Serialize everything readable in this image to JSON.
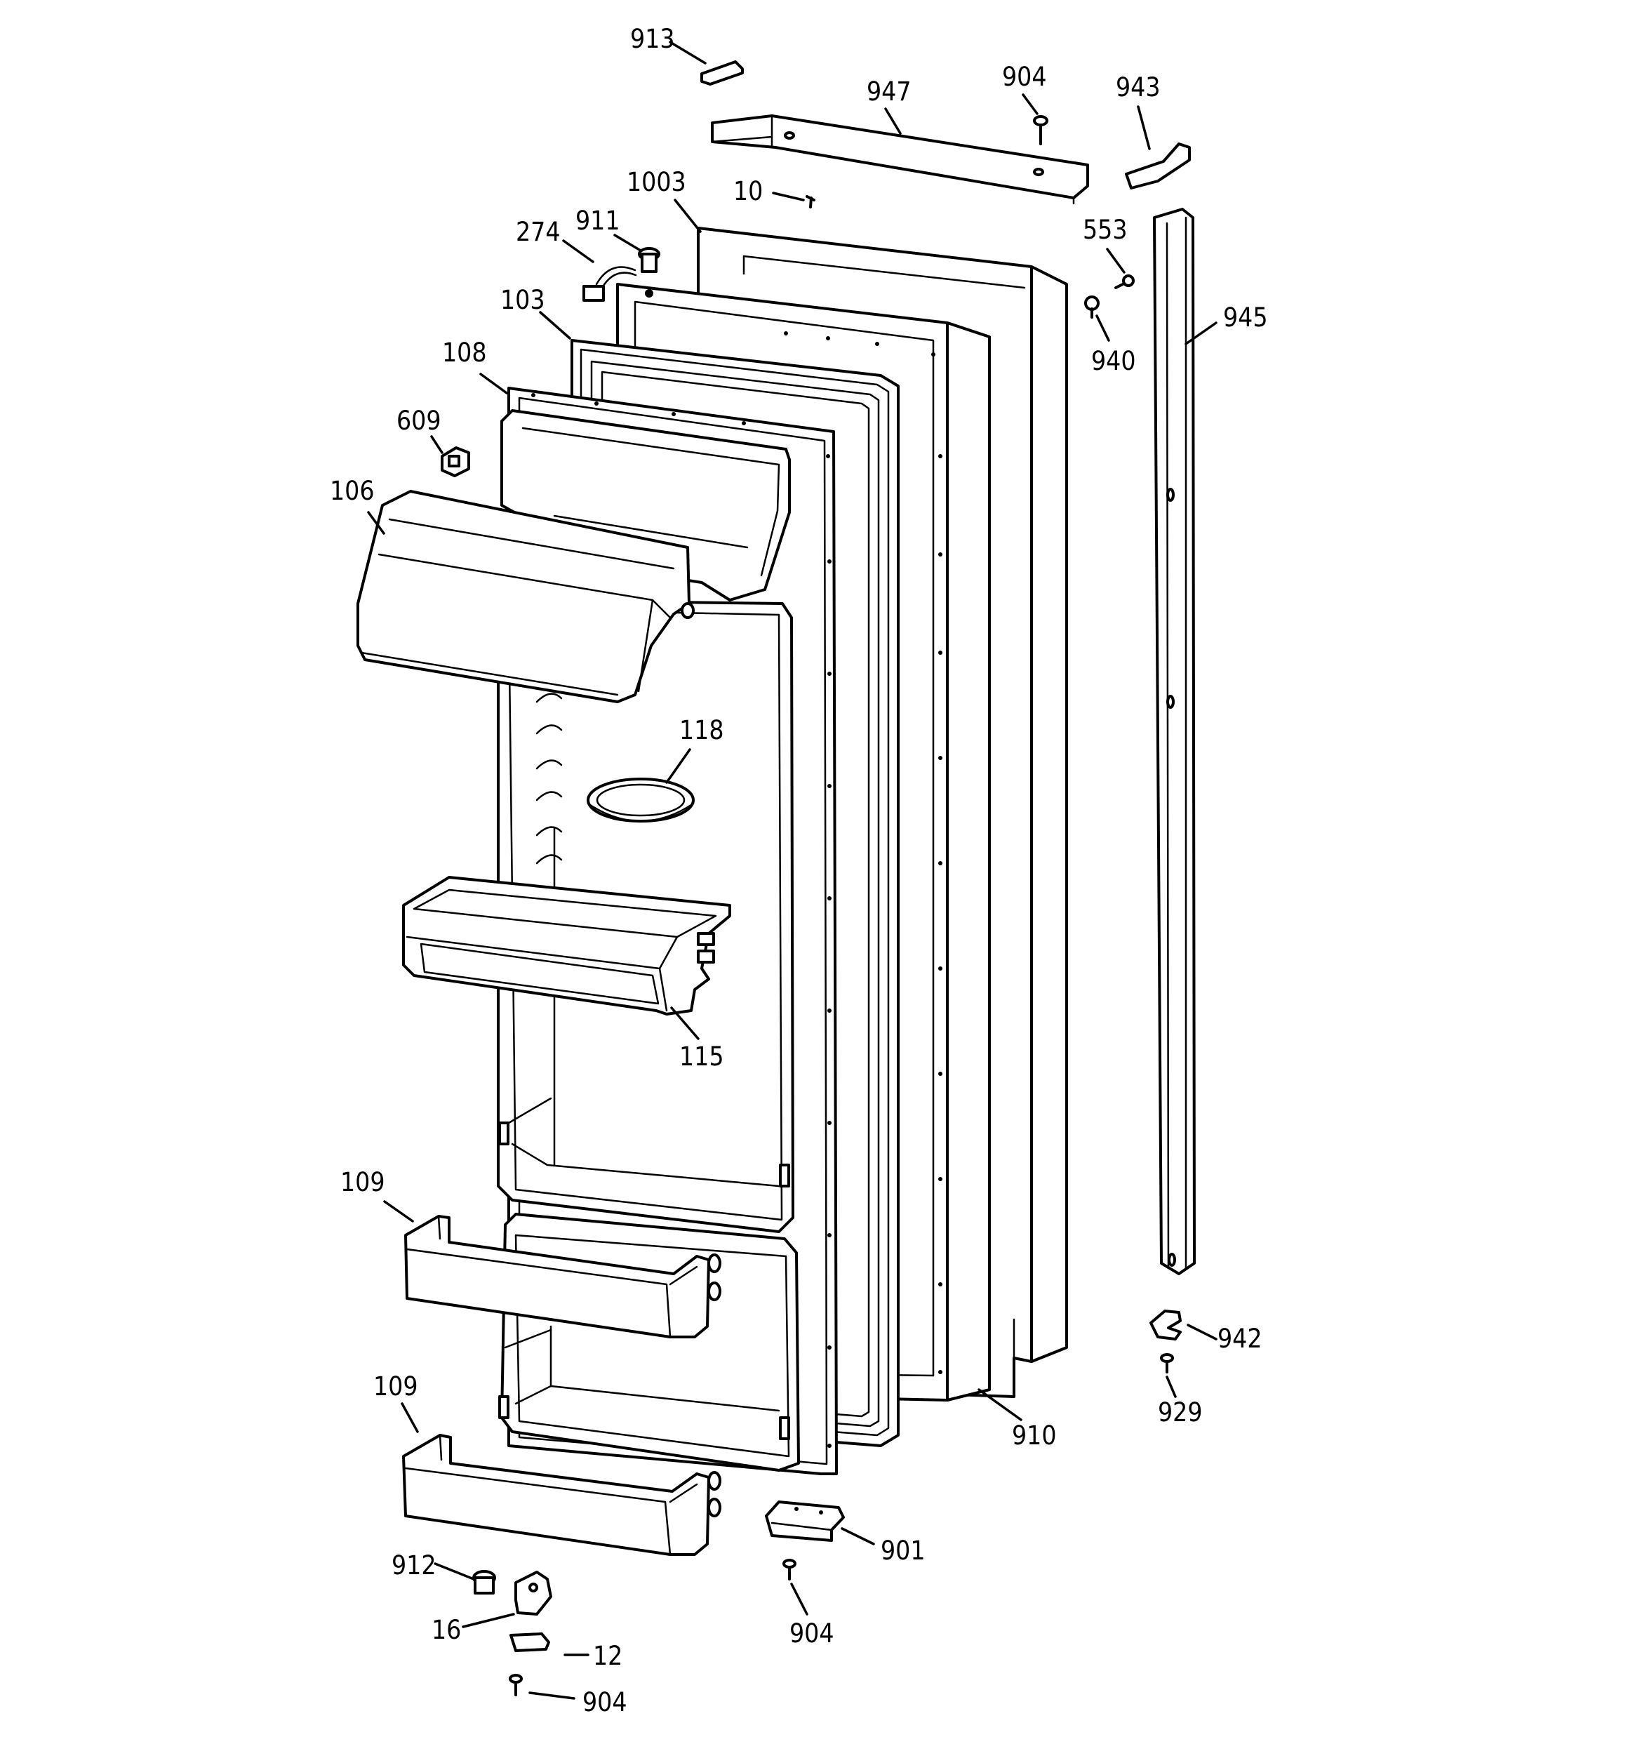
{
  "callouts": {
    "c913": "913",
    "c947": "947",
    "c904_top": "904",
    "c943": "943",
    "c1003": "1003",
    "c10": "10",
    "c911": "911",
    "c274": "274",
    "c553": "553",
    "c945": "945",
    "c103": "103",
    "c940": "940",
    "c108": "108",
    "c609": "609",
    "c106": "106",
    "c118": "118",
    "c115": "115",
    "c109_upper": "109",
    "c942": "942",
    "c929": "929",
    "c109_lower": "109",
    "c910": "910",
    "c901": "901",
    "c912": "912",
    "c16": "16",
    "c904_mid": "904",
    "c12": "12",
    "c904_bottom": "904"
  }
}
